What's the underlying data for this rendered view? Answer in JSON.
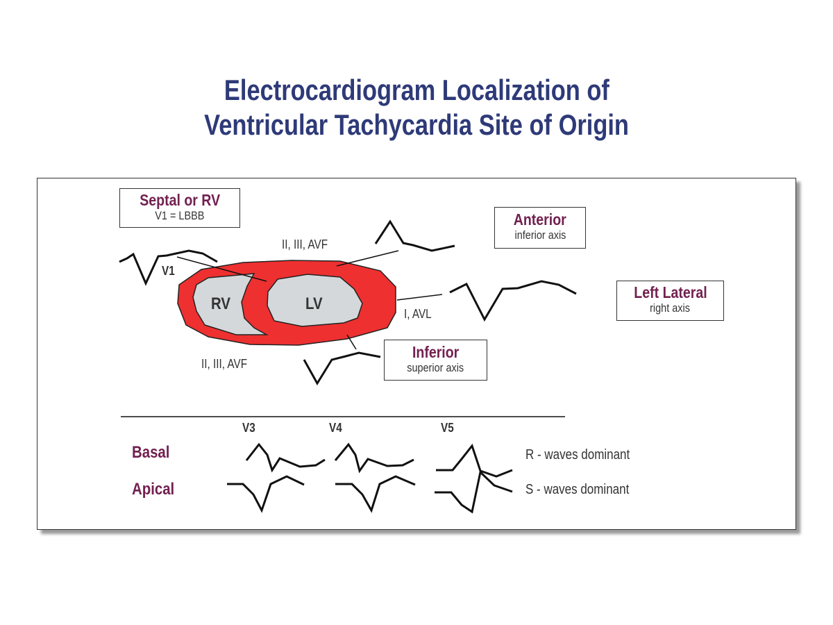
{
  "title": {
    "line1": "Electrocardiogram Localization of",
    "line2": "Ventricular Tachycardia Site of Origin"
  },
  "colors": {
    "title": "#2e3a78",
    "accent": "#722050",
    "myocardium": "#ee3030",
    "chamber": "#d4d8da"
  },
  "heart": {
    "rv_label": "RV",
    "lv_label": "LV"
  },
  "leads": {
    "v1": "V1",
    "anterior_leads": "II, III, AVF",
    "lateral_leads": "I, AVL",
    "inferior_leads": "II, III, AVF"
  },
  "boxes": {
    "septal": {
      "heading": "Septal or RV",
      "sub": "V1 = LBBB"
    },
    "anterior": {
      "heading": "Anterior",
      "sub": "inferior axis"
    },
    "left_lateral": {
      "heading": "Left Lateral",
      "sub": "right axis"
    },
    "inferior": {
      "heading": "Inferior",
      "sub": "superior axis"
    }
  },
  "precordial": {
    "columns": [
      "V3",
      "V4",
      "V5"
    ],
    "rows": [
      {
        "label": "Basal",
        "description": "R - waves dominant"
      },
      {
        "label": "Apical",
        "description": "S - waves dominant"
      }
    ]
  }
}
